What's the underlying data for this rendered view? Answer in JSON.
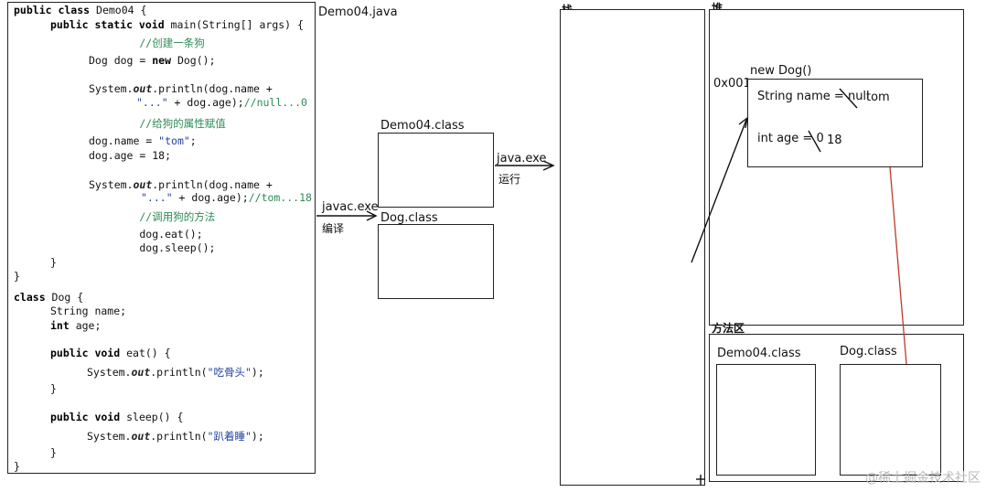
{
  "code": {
    "lines": [
      "public class Demo04 {",
      "    public static void main(String[] args) {",
      "        //创建一条狗",
      "        Dog dog = new Dog();",
      "",
      "        System.out.println(dog.name +",
      "            \"...\" + dog.age);//null...0",
      "        //给狗的属性赋值",
      "        dog.name = \"tom\";",
      "        dog.age = 18;",
      "",
      "        System.out.println(dog.name +",
      "            \"...\" + dog.age);//tom...18",
      "        //调用狗的方法",
      "        dog.eat();",
      "        dog.sleep();",
      "    }",
      "}",
      "class Dog {",
      "    String name;",
      "    int age;",
      "",
      "    public void eat() {",
      "        System.out.println(\"吃骨头\");",
      "    }",
      "",
      "    public void sleep() {",
      "        System.out.println(\"趴着睡\");",
      "    }",
      "}"
    ]
  },
  "file_label": "Demo04.java",
  "compile": {
    "command": "javac.exe",
    "caption": "编译"
  },
  "run": {
    "command": "java.exe",
    "caption": "运行"
  },
  "class_files": {
    "demo": "Demo04.class",
    "dog": "Dog.class"
  },
  "stack": {
    "title": "栈"
  },
  "heap": {
    "title": "堆",
    "address": "0x001",
    "object_title": "new Dog()",
    "field_name": "String name = null",
    "field_name_new": "tom",
    "field_age": "int age = 0",
    "field_age_new": "18"
  },
  "method_area": {
    "title": "方法区",
    "demo_class": "Demo04.class",
    "dog_class": "Dog.class"
  },
  "watermark": "@稀土掘金技术社区",
  "colors": {
    "reference_line": "#c0392b",
    "comment": "#2e8b57",
    "string": "#1f3fa0"
  }
}
